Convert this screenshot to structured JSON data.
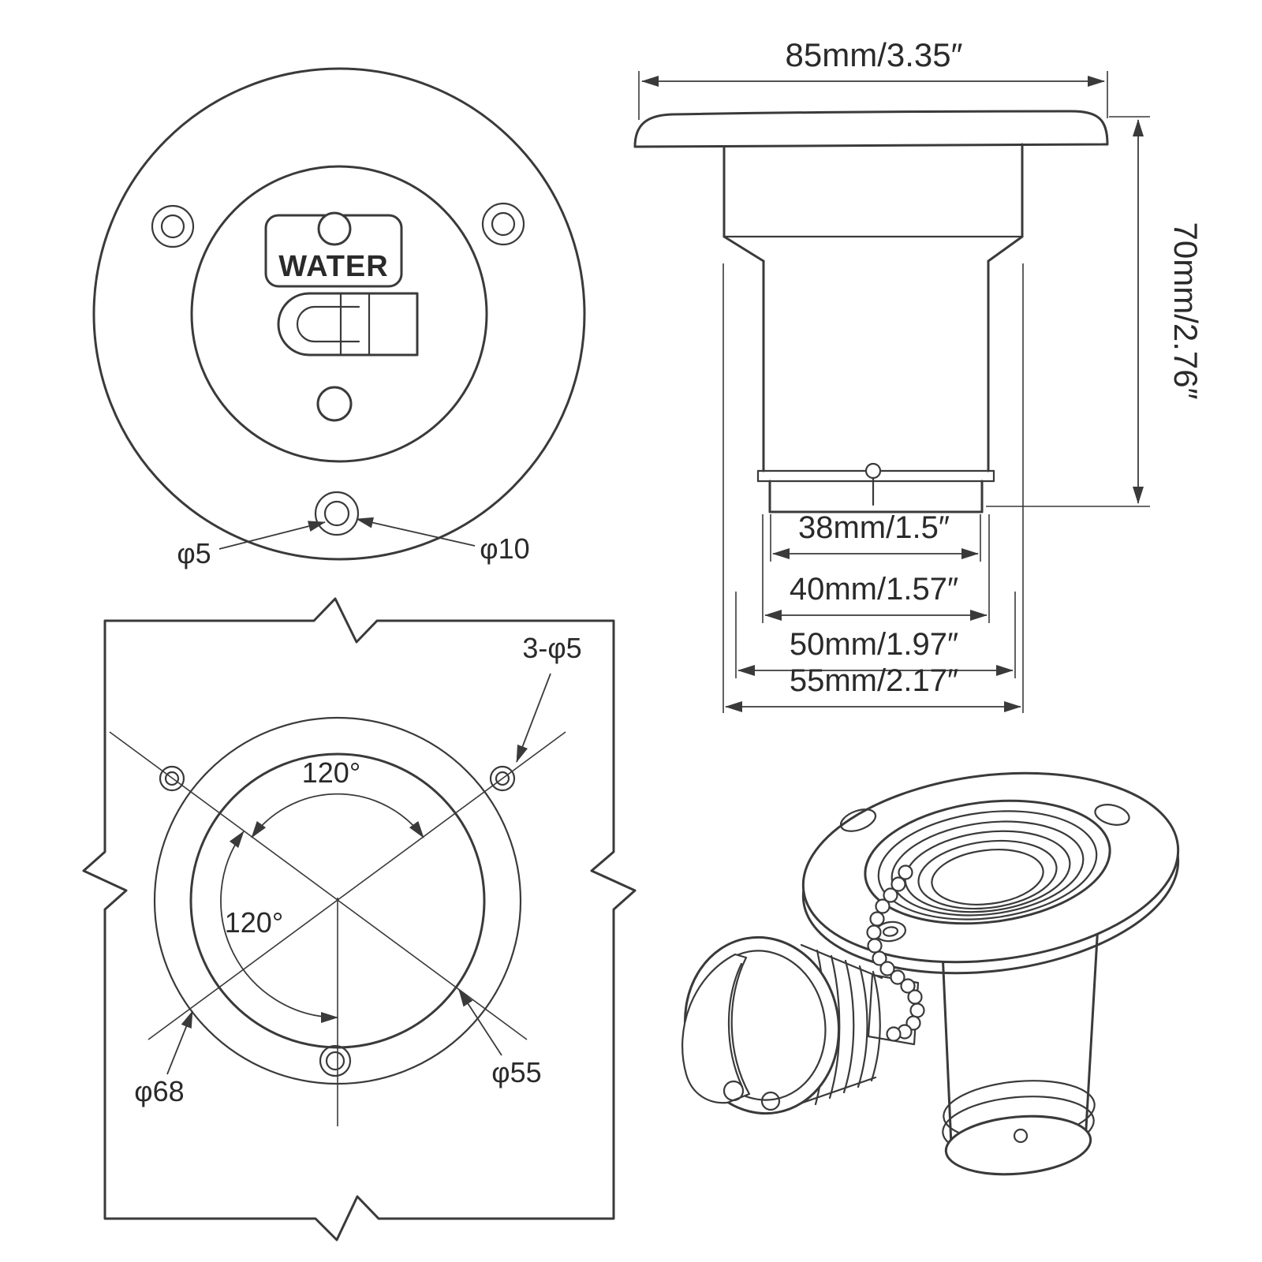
{
  "drawing": {
    "top_view": {
      "water_label": "WATER",
      "phi5": "φ5",
      "phi10": "φ10"
    },
    "side_view": {
      "width_85": "85mm/3.35″",
      "height_70": "70mm/2.76″",
      "dia_38": "38mm/1.5″",
      "dia_40": "40mm/1.57″",
      "dia_50": "50mm/1.97″",
      "dia_55": "55mm/2.17″"
    },
    "hole_pattern": {
      "holes_label": "3-φ5",
      "angle_top": "120°",
      "angle_left": "120°",
      "bolt_circle_dia": "φ68",
      "cutout_dia": "φ55"
    },
    "colors": {
      "line": "#3a3a3a",
      "text": "#2a2a2a",
      "background": "#ffffff"
    }
  }
}
